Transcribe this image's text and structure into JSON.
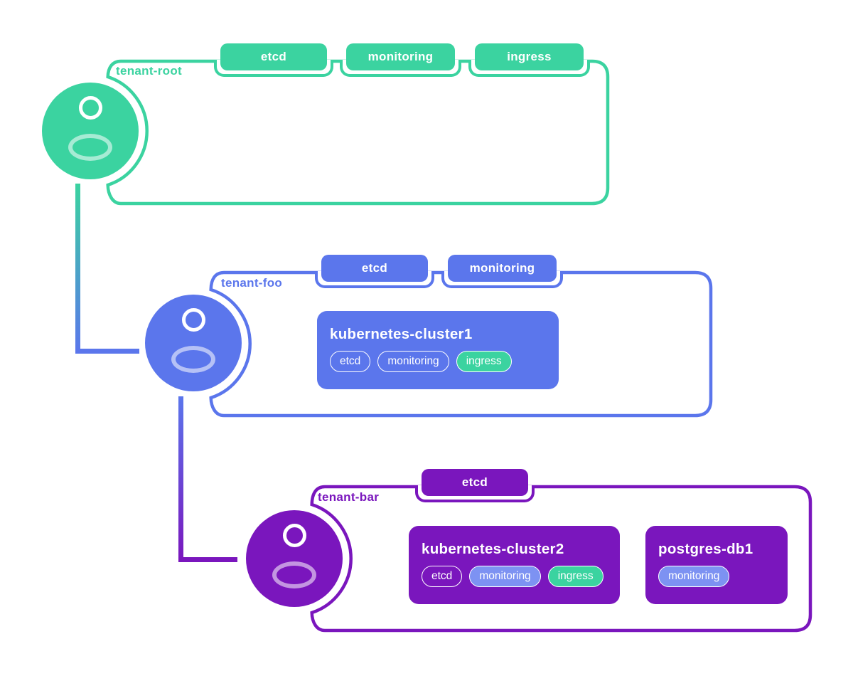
{
  "colors": {
    "green": "#3bd3a0",
    "blue": "#5b76ec",
    "purple": "#7a16bd",
    "pill_blue": "#7d92f2"
  },
  "tenants": [
    {
      "label": "tenant-root",
      "badges": [
        "etcd",
        "monitoring",
        "ingress"
      ],
      "resources": []
    },
    {
      "label": "tenant-foo",
      "badges": [
        "etcd",
        "monitoring"
      ],
      "resources": [
        {
          "title": "kubernetes-cluster1",
          "pills": [
            {
              "label": "etcd",
              "style": "outline"
            },
            {
              "label": "monitoring",
              "style": "outline"
            },
            {
              "label": "ingress",
              "style": "green"
            }
          ]
        }
      ]
    },
    {
      "label": "tenant-bar",
      "badges": [
        "etcd"
      ],
      "resources": [
        {
          "title": "kubernetes-cluster2",
          "pills": [
            {
              "label": "etcd",
              "style": "outline"
            },
            {
              "label": "monitoring",
              "style": "blue"
            },
            {
              "label": "ingress",
              "style": "green"
            }
          ]
        },
        {
          "title": "postgres-db1",
          "pills": [
            {
              "label": "monitoring",
              "style": "blue"
            }
          ]
        }
      ]
    }
  ]
}
